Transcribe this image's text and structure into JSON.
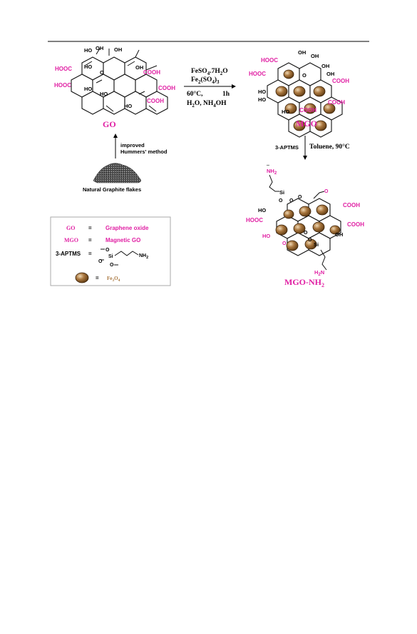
{
  "colors": {
    "label_pink": "#e01fa3",
    "fe3o4_ball": "#a9773f",
    "fe3o4_ball_highlight": "#f0d9b5",
    "legend_border": "#aaaaaa"
  },
  "labels": {
    "go": "GO",
    "mgo": "MGO",
    "mgo_nh2_main": "MGO-NH",
    "mgo_nh2_sub": "2",
    "natural_graphite": "Natural Graphite flakes",
    "improved_line1": "improved",
    "improved_line2": "Hummers' method",
    "aptms_reagent": "3-APTMS",
    "toluene_cond": "Toluene, 90°C"
  },
  "reaction_top": {
    "line1_main": "FeSO",
    "line1_sub": "4",
    "line1_tail": ".7H",
    "line1_sub2": "2",
    "line1_end": "O",
    "line2_main": "Fe",
    "line2_sub": "2",
    "line2_mid": "(SO",
    "line2_sub2": "4",
    "line2_end": ")",
    "line2_sub3": "3",
    "line3_temp": "60°C,",
    "line3_time": "1h",
    "line4_a": "H",
    "line4_sub": "2",
    "line4_b": "O, NH",
    "line4_sub2": "4",
    "line4_c": "OH"
  },
  "groups": {
    "hooc": "HOOC",
    "cooh": "COOH",
    "oh": "OH",
    "ho": "HO",
    "o": "O",
    "si": "Si",
    "nh2": "NH",
    "nh2_sub": "2",
    "h2n_a": "H",
    "h2n_sub": "2",
    "h2n_b": "N",
    "dots": ".."
  },
  "legend": {
    "go_abbr": "GO",
    "go_def": "Graphene oxide",
    "mgo_abbr": "MGO",
    "mgo_def": "Magnetic GO",
    "aptms_abbr": "3-APTMS",
    "equals": "=",
    "nh2": "NH",
    "nh2_sub": "2",
    "si": "Si",
    "o": "O",
    "fe3o4_main": "Fe",
    "fe3o4_sub1": "3",
    "fe3o4_mid": "O",
    "fe3o4_sub2": "4"
  }
}
